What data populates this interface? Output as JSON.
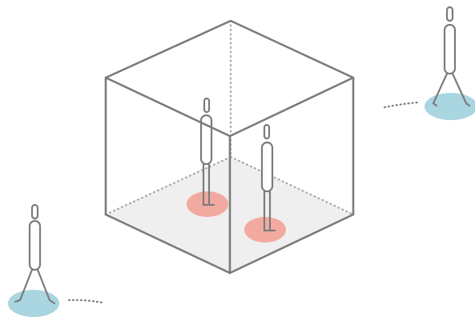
{
  "diagram": {
    "type": "illustration",
    "subject": "cube-room-with-figures",
    "figures_inside": 2,
    "figures_outside": 2,
    "colors": {
      "stroke": "#7b7b7b",
      "floor": "#efefef",
      "inside_marker": "#f2aaa0",
      "outside_marker": "#a9d6e0",
      "background": "#ffffff"
    }
  }
}
